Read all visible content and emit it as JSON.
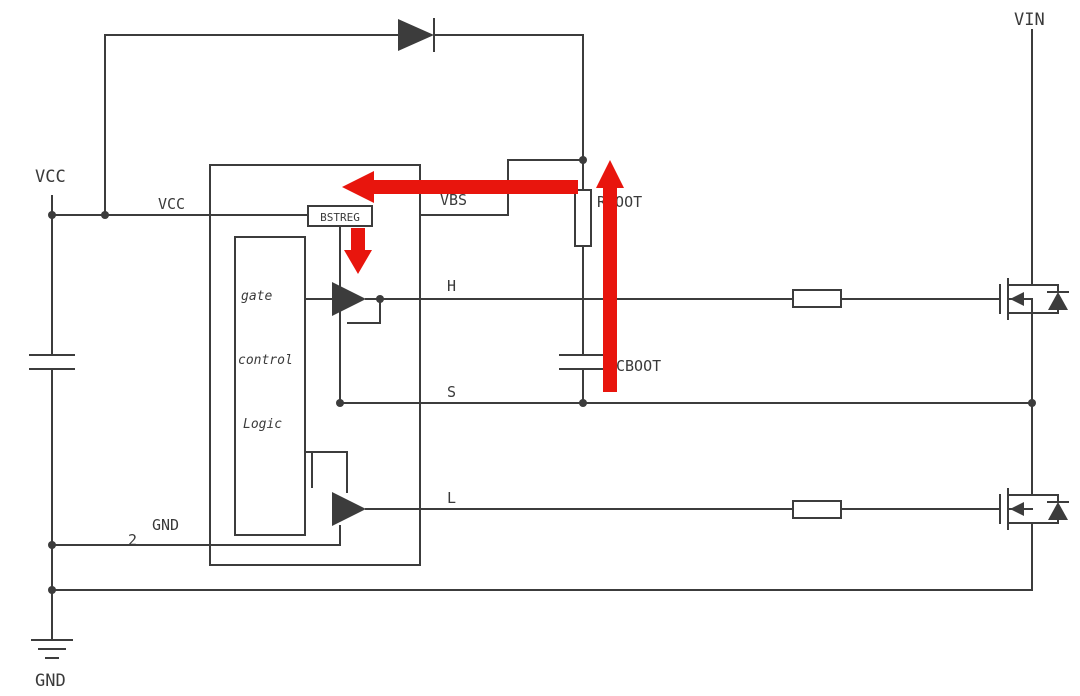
{
  "colors": {
    "wire": "#3c3c3c",
    "annotation": "#e8150d",
    "background": "#ffffff",
    "component_fill": "#ffffff"
  },
  "labels": {
    "vin": "VIN",
    "vcc_rail": "VCC",
    "gnd_rail": "GND",
    "pins": {
      "vcc": "VCC",
      "gnd": "GND",
      "pin_number": "2",
      "vbs": "VBS",
      "h": "H",
      "s": "S",
      "l": "L"
    },
    "components": {
      "bstreg": "BSTREG",
      "rboot": "RBOOT",
      "cboot": "CBOOT"
    },
    "logic_block": {
      "line1": "gate",
      "line2": "control",
      "line3": "Logic"
    }
  }
}
